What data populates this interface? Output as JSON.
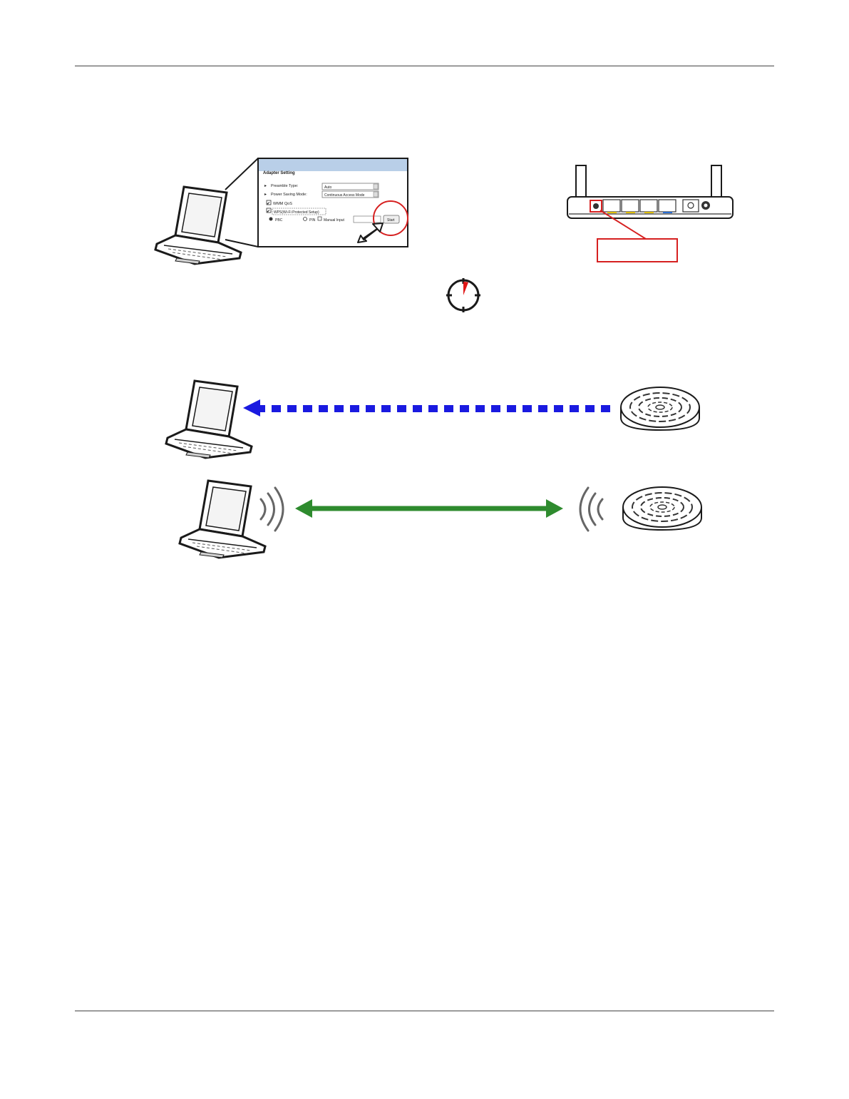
{
  "dialog": {
    "title": "Adapter Setting",
    "preamble_label": "Preamble Type:",
    "preamble_value": "Auto",
    "power_label": "Power Saving Mode:",
    "power_value": "Continuous Access Mode",
    "wmm_label": "WMM QoS",
    "wps_label": "WPS(Wi-Fi Protected Setup)",
    "pbc_label": "PBC",
    "pin_label": "PIN",
    "manual_label": "Manual Input",
    "start_label": "Start"
  },
  "colors": {
    "callout_red": "#d62020",
    "dashed_arrow_blue": "#1a1ae0",
    "double_arrow_green": "#2e8b2e",
    "timer_red": "#e01818"
  }
}
